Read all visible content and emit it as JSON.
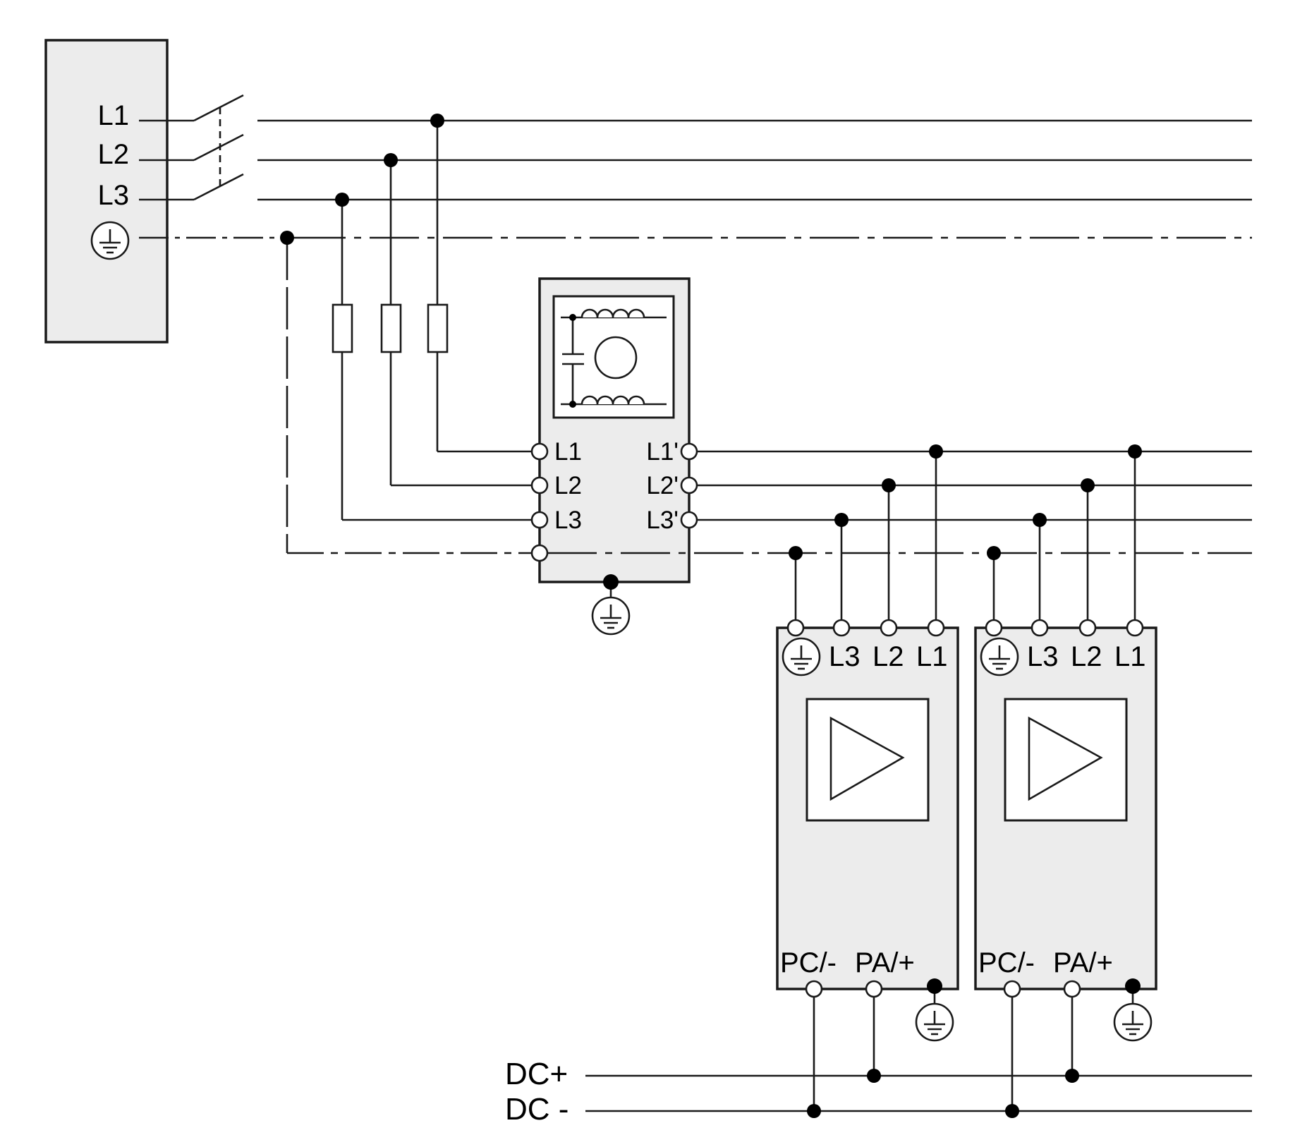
{
  "supply": {
    "l1": "L1",
    "l2": "L2",
    "l3": "L3"
  },
  "filter": {
    "in_l1": "L1",
    "in_l2": "L2",
    "in_l3": "L3",
    "out_l1": "L1'",
    "out_l2": "L2'",
    "out_l3": "L3'"
  },
  "drives": [
    {
      "l3": "L3",
      "l2": "L2",
      "l1": "L1",
      "pc": "PC/-",
      "pa": "PA/+"
    },
    {
      "l3": "L3",
      "l2": "L2",
      "l1": "L1",
      "pc": "PC/-",
      "pa": "PA/+"
    }
  ],
  "dc_bus": {
    "plus": "DC+",
    "minus": "DC -"
  },
  "colors": {
    "box_fill": "#ececec",
    "line": "#1a1a1a"
  }
}
